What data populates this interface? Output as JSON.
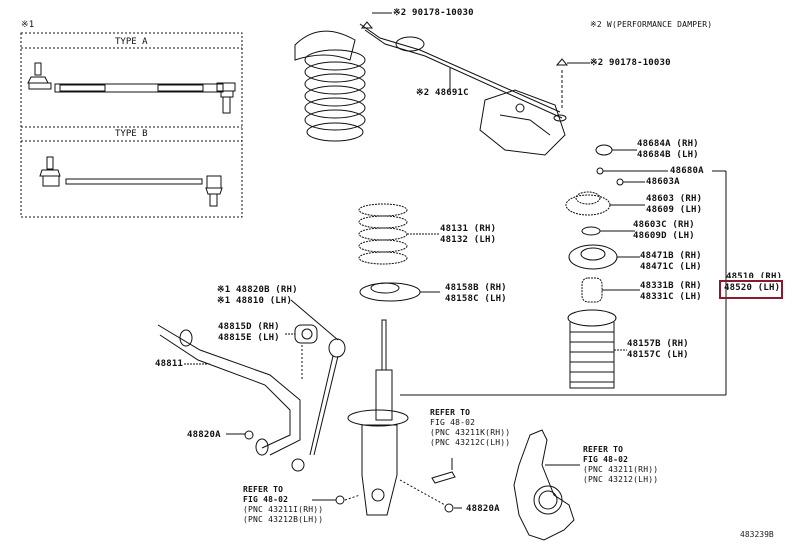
{
  "inset": {
    "marker": "※1",
    "type_a": "TYPE A",
    "type_b": "TYPE B"
  },
  "note": "※2 W(PERFORMANCE DAMPER)",
  "parts": {
    "bolt_top": "※2 90178-10030",
    "bolt_right": "※2 90178-10030",
    "damper": "※2 48691C",
    "cap": [
      "48684A (RH)",
      "48684B (LH)"
    ],
    "support_assy": "48680A",
    "nut": "48603A",
    "mount": [
      "48603 (RH)",
      "48609 (LH)"
    ],
    "mount_ring": [
      "48603C (RH)",
      "48609D (LH)"
    ],
    "seat_upper": [
      "48471B (RH)",
      "48471C (LH)"
    ],
    "bumper": [
      "48331B (RH)",
      "48331C (LH)"
    ],
    "boot": [
      "48157B (RH)",
      "48157C (LH)"
    ],
    "shock_rh": "48510 (RH)",
    "shock_lh": "48520 (LH)",
    "spring": [
      "48131 (RH)",
      "48132 (LH)"
    ],
    "insulator": [
      "48158B (RH)",
      "48158C (LH)"
    ],
    "link": [
      "※1 48820B (RH)",
      "※1 48810 (LH)"
    ],
    "bushing": [
      "48815D (RH)",
      "48815E (LH)"
    ],
    "stabilizer_bar": "48811",
    "nut_left": "48820A",
    "nut_bottom": "48820A"
  },
  "refs": {
    "knuckle_bolt": [
      "REFER TO",
      "FIG 48-02",
      "(PNC 43211K(RH))",
      "(PNC 43212C(LH))"
    ],
    "lower_bolt": [
      "REFER TO",
      "FIG 48-02",
      "(PNC 43211I(RH))",
      "(PNC 43212B(LH))"
    ],
    "knuckle": [
      "REFER TO",
      "FIG 48-02",
      "(PNC 43211(RH))",
      "(PNC 43212(LH))"
    ]
  },
  "highlight_color": "#8b1a2b",
  "diagram_code": "483239B"
}
